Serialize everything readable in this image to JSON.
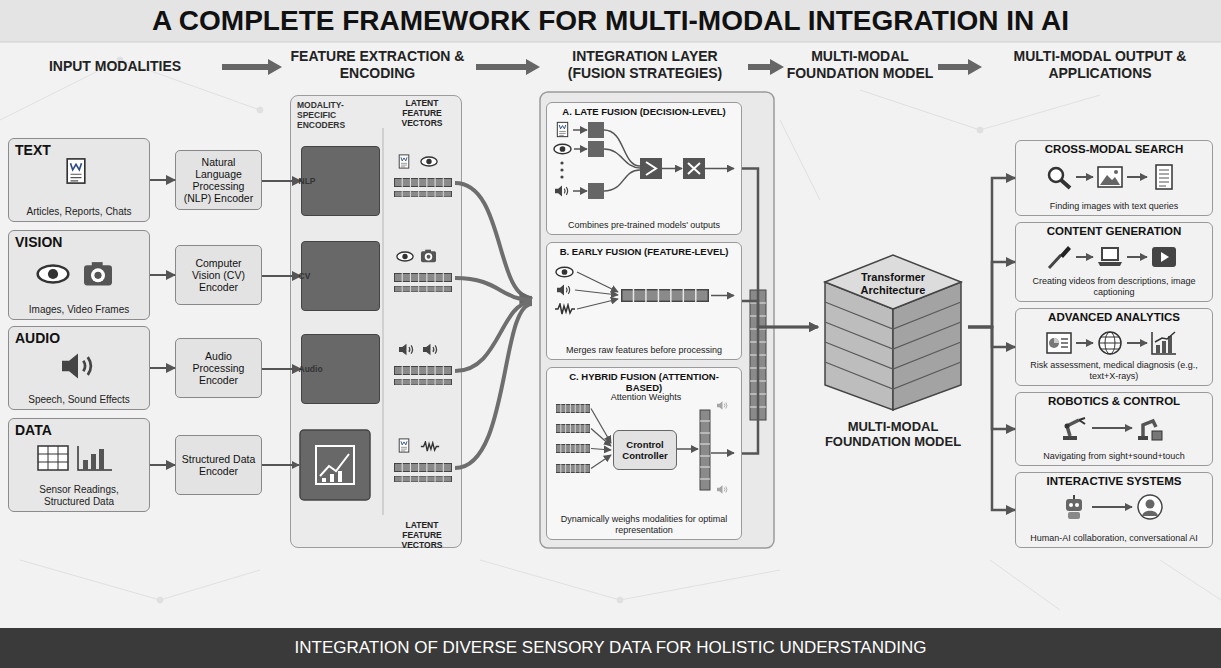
{
  "diagram": {
    "title": "A COMPLETE FRAMEWORK FOR MULTI-MODAL INTEGRATION IN AI",
    "caption": "INTEGRATION OF DIVERSE SENSORY DATA FOR HOLISTIC UNDERSTANDING",
    "nodes": [
      {
        "text": [
          "TEXT",
          "Articles, Reports, Chats"
        ]
      },
      {
        "text": [
          "VISION",
          "Images, Video Frames"
        ]
      },
      {
        "text": [
          "AUDIO",
          "Speech, Sound Effects"
        ]
      },
      {
        "text": [
          "DATA",
          "Sensor Readings, Structured Data"
        ]
      },
      {
        "text": [
          "Natural Language Processing (NLP) Encoder"
        ]
      },
      {
        "text": [
          "Computer Vision (CV) Encoder"
        ]
      },
      {
        "text": [
          "Audio Processing Encoder"
        ]
      },
      {
        "text": [
          "Structured Data Encoder"
        ]
      },
      {
        "text": [
          "MODALITY-SPECIFIC ENCODERS"
        ]
      },
      {
        "text": [
          "NLP"
        ],
        "in": 8
      },
      {
        "text": [
          "CV"
        ],
        "in": 8
      },
      {
        "text": [
          "Audio"
        ],
        "in": 8
      },
      {
        "text": [
          "A. LATE FUSION (DECISION-LEVEL)",
          "Combines pre-trained models' outputs"
        ]
      },
      {
        "text": [
          "B. EARLY FUSION (FEATURE-LEVEL)",
          "Merges raw features before processing"
        ]
      },
      {
        "text": [
          "C. HYBRID FUSION (ATTENTION-BASED)",
          "Dynamically weighs modalities for optimal representation"
        ]
      },
      {
        "text": [
          "Crontrol Controller"
        ],
        "in": 14
      },
      {
        "text": [
          "Transformer Architecture",
          "MULTI-MODAL FOUNDATION MODEL"
        ]
      },
      {
        "text": [
          "CROSS-MODAL SEARCH",
          "Finding images with text queries"
        ]
      },
      {
        "text": [
          "CONTENT GENERATION",
          "Creating videos from descriptions, image captioning"
        ]
      },
      {
        "text": [
          "ADVANCED ANALYTICS",
          "Risk assessment, medical diagnosis (e.g., text+X-rays)"
        ]
      },
      {
        "text": [
          "ROBOTICS & CONTROL",
          "Navigating from sight+sound+touch"
        ]
      },
      {
        "text": [
          "INTERACTIVE SYSTEMS",
          "Human-AI collaboration, conversational AI"
        ]
      }
    ],
    "edges": [
      {
        "from": 0,
        "to": 4,
        "arrow": "to"
      },
      {
        "from": 1,
        "to": 5,
        "arrow": "to"
      },
      {
        "from": 2,
        "to": 6,
        "arrow": "to"
      },
      {
        "from": 3,
        "to": 7,
        "arrow": "to"
      },
      {
        "from": 4,
        "to": 9,
        "arrow": "to"
      },
      {
        "from": 5,
        "to": 10,
        "arrow": "to"
      },
      {
        "from": 6,
        "to": 11,
        "arrow": "to"
      },
      {
        "from": 12,
        "to": 16,
        "arrow": "to"
      },
      {
        "from": 13,
        "to": 16,
        "arrow": "to"
      },
      {
        "from": 14,
        "to": 16,
        "arrow": "to"
      },
      {
        "from": 16,
        "to": 17,
        "arrow": "to"
      },
      {
        "from": 16,
        "to": 18,
        "arrow": "to"
      },
      {
        "from": 16,
        "to": 19,
        "arrow": "to"
      },
      {
        "from": 16,
        "to": 20,
        "arrow": "to"
      },
      {
        "from": 16,
        "to": 21,
        "arrow": "to"
      }
    ],
    "labels": [
      "INPUT MODALITIES",
      "FEATURE EXTRACTION & ENCODING",
      "INTEGRATION LAYER (FUSION STRATEGIES)",
      "MULTI-MODAL FOUNDATION MODEL",
      "MULTI-MODAL OUTPUT & APPLICATIONS",
      "LATENT FEATURE VECTORS",
      "LATENT FEATURE VECTORS",
      "Attention Weights"
    ]
  }
}
